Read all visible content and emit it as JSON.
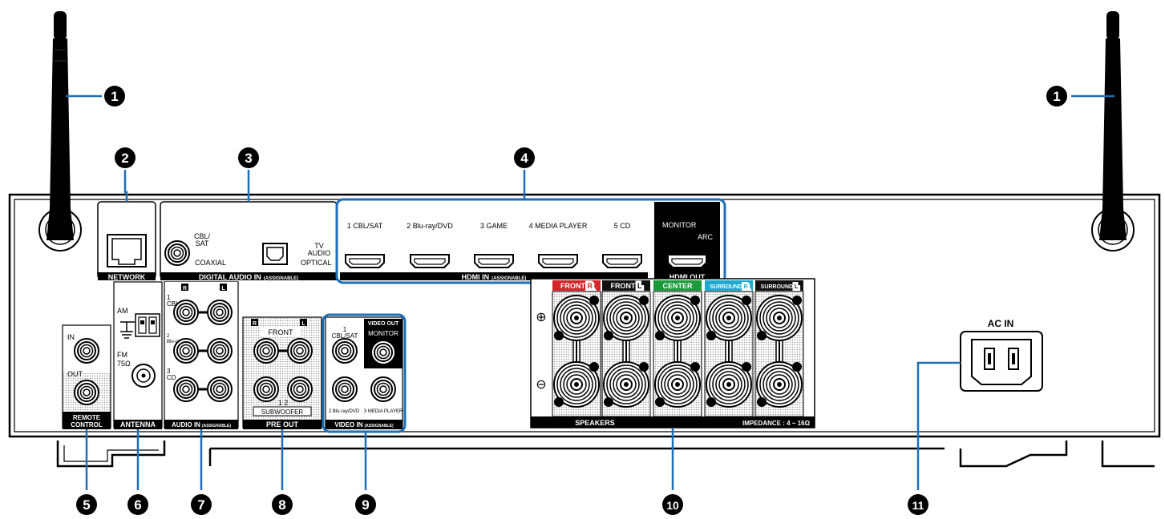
{
  "callouts": [
    "1",
    "2",
    "3",
    "4",
    "5",
    "6",
    "7",
    "8",
    "9",
    "10",
    "11"
  ],
  "network": {
    "label": "NETWORK"
  },
  "digital_audio": {
    "coaxial_input": "CBL/\nSAT",
    "coaxial_label": "COAXIAL",
    "optical_input": "TV\nAUDIO",
    "optical_label": "OPTICAL",
    "section_label": "DIGITAL AUDIO IN",
    "section_note": "(ASSIGNABLE)"
  },
  "hdmi_in": {
    "inputs": [
      "1 CBL/SAT",
      "2 Blu-ray/DVD",
      "3 GAME",
      "4 MEDIA PLAYER",
      "5 CD"
    ],
    "section_label": "HDMI IN",
    "section_note": "(ASSIGNABLE)"
  },
  "hdmi_out": {
    "monitor": "MONITOR",
    "arc": "ARC",
    "section_label": "HDMI OUT"
  },
  "remote_control": {
    "in": "IN",
    "out": "OUT",
    "label_line1": "REMOTE",
    "label_line2": "CONTROL"
  },
  "antenna": {
    "am": "AM",
    "fm": "FM",
    "fm_ohm": "75Ω",
    "label": "ANTENNA"
  },
  "audio_in": {
    "r": "R",
    "l": "L",
    "in1": "1\nCBL/SAT",
    "in2": "2\nBlu-ray/DVD",
    "in3": "3\nCD",
    "label": "AUDIO IN",
    "note": "(ASSIGNABLE)"
  },
  "pre_out": {
    "r": "R",
    "l": "L",
    "front": "FRONT",
    "sub_nums": "1 2",
    "subwoofer": "SUBWOOFER",
    "label": "PRE OUT"
  },
  "video": {
    "video_out": "VIDEO OUT",
    "monitor": "MONITOR",
    "in1": "1\nCBL/SAT",
    "in2": "2 Blu-ray/DVD",
    "in3": "3 MEDIA PLAYER",
    "label": "VIDEO IN",
    "note": "(ASSIGNABLE)"
  },
  "speakers": {
    "channels": [
      {
        "name": "FRONT",
        "side": "R",
        "color": "#d7232a"
      },
      {
        "name": "FRONT",
        "side": "L",
        "color": "#111111"
      },
      {
        "name": "CENTER",
        "side": "",
        "color": "#1a9a3a"
      },
      {
        "name": "SURROUND",
        "side": "R",
        "color": "#1fa9cf"
      },
      {
        "name": "SURROUND",
        "side": "L",
        "color": "#111111"
      }
    ],
    "plus": "⊕",
    "minus": "⊖",
    "label": "SPEAKERS",
    "impedance": "IMPEDANCE : 4 ~ 16Ω"
  },
  "ac_in": {
    "label": "AC IN"
  },
  "colors": {
    "highlight": "#1d6fb8",
    "panel": "#000000"
  }
}
